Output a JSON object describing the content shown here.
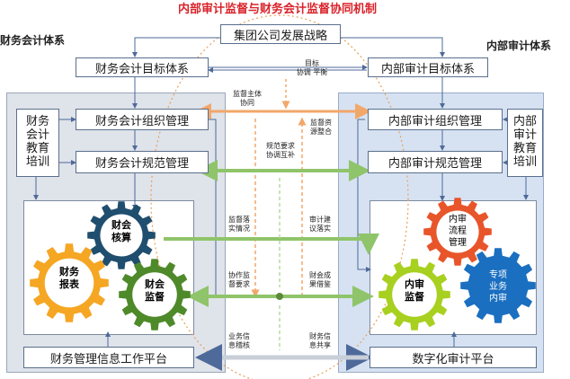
{
  "title": "内部审计监督与财务会计监督协同机制",
  "center_top": "集团公司发展战略",
  "left_system": "财务会计体系",
  "right_system": "内部审计体系",
  "left": {
    "target": "财务会计目标体系",
    "org": "财务会计组织管理",
    "norm": "财务会计规范管理",
    "education": "财务\n会计\n教育\n培训",
    "platform": "财务管理信息工作平台",
    "gear_accounting": "财会\n核算",
    "gear_report": "财务\n报表",
    "gear_supervision": "财会\n监督"
  },
  "right": {
    "target": "内部审计目标体系",
    "org": "内部审计组织管理",
    "norm": "内部审计规范管理",
    "education": "内部\n审计\n教育\n培训",
    "platform": "数字化审计平台",
    "gear_process": "内审\n流程\n管理",
    "gear_supervision": "内审\n监督",
    "gear_special": "专项\n业务\n内审"
  },
  "middle_labels": {
    "target_coord": "目标\n协调 平衡",
    "subject_coord": "监督主体\n协同",
    "resource": "监督资\n源整合",
    "norm_req": "规范要求\n协调互补",
    "implement": "监督落\n实情况",
    "suggestion": "审计建\n议落实",
    "cooperate": "协作监\n督要求",
    "results": "财会成\n果借鉴",
    "verify": "业务信\n息稽核",
    "share": "财务信\n息共享"
  }
}
